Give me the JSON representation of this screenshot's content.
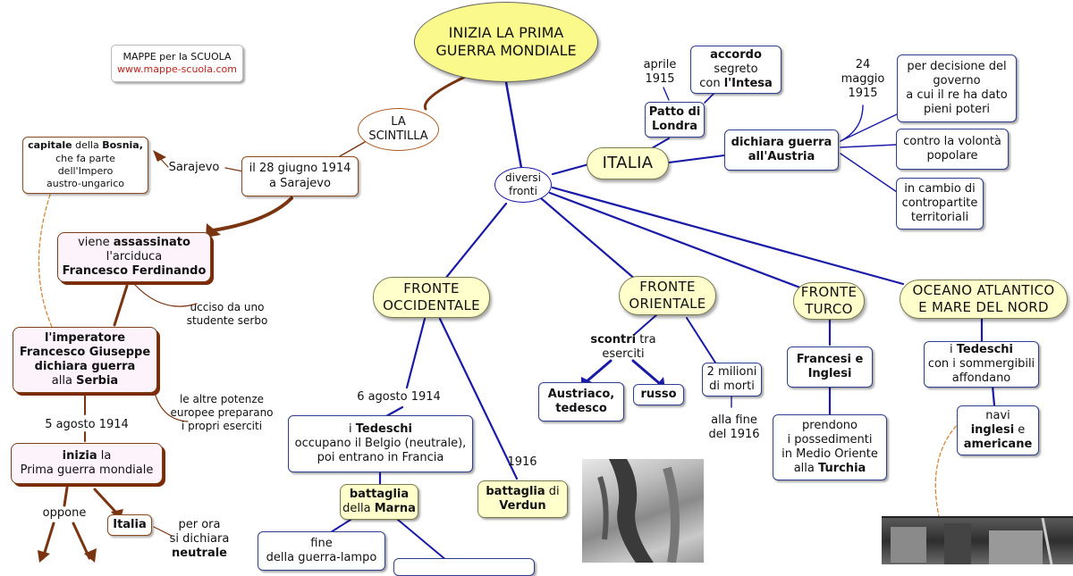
{
  "title": [
    "INIZIA LA PRIMA",
    "GUERRA MONDIALE"
  ],
  "credit": {
    "line1": "MAPPE per la SCUOLA",
    "line2": "www.mappe-scuola.com"
  },
  "scintilla": [
    "LA",
    "SCINTILLA"
  ],
  "date_node": [
    "il 28 giugno 1914",
    "a Sarajevo"
  ],
  "sarajevo_label": "Sarajevo",
  "capital": {
    "p1": "capitale",
    "p2": " della ",
    "p3": "Bosnia,",
    "l2": "che fa parte",
    "l3": "dell'Impero",
    "l4": "austro-ungarico"
  },
  "assassinato": {
    "a1": "viene ",
    "a2": "assassinato",
    "l2": "l'arciduca",
    "l3": "Francesco Ferdinando"
  },
  "ucciso": [
    "ucciso da uno",
    "studente serbo"
  ],
  "imperatore": {
    "l1": "l'imperatore",
    "l2": "Francesco Giuseppe",
    "l3": "dichiara guerra",
    "l4a": "alla ",
    "l4b": "Serbia"
  },
  "altre_potenze": [
    "le altre potenze",
    "europee preparano",
    "i propri eserciti"
  ],
  "agosto5": "5 agosto 1914",
  "inizia": {
    "a1": "inizia",
    "a2": " la",
    "l2": "Prima guerra mondiale"
  },
  "oppone": "oppone",
  "italia_small": "Italia",
  "neutrale": {
    "l1": "per ora",
    "l2": "si dichiara",
    "l3": "neutrale"
  },
  "diversi_fronti": [
    "diversi",
    "fronti"
  ],
  "italia_pill": "ITALIA",
  "aprile": [
    "aprile",
    "1915"
  ],
  "patto": [
    "Patto di",
    "Londra"
  ],
  "accordo": {
    "l1": "accordo",
    "l2": "segreto",
    "l3a": "con ",
    "l3b": "l'Intesa"
  },
  "dichiara_austria": [
    "dichiara guerra",
    "all'Austria"
  ],
  "maggio": [
    "24",
    "maggio",
    "1915"
  ],
  "decisione": [
    "per decisione del",
    "governo",
    "a cui il re ha dato",
    "pieni poteri"
  ],
  "volonta": [
    "contro la volontà",
    "popolare"
  ],
  "cambio": [
    "in cambio di",
    "contropartite",
    "territoriali"
  ],
  "fronte_occ": [
    "FRONTE",
    "OCCIDENTALE"
  ],
  "fronte_or": [
    "FRONTE",
    "ORIENTALE"
  ],
  "fronte_turco": [
    "FRONTE",
    "TURCO"
  ],
  "oceano": [
    "OCEANO ATLANTICO",
    "E MARE DEL NORD"
  ],
  "agosto6": "6 agosto 1914",
  "tedeschi_occ": {
    "a1": "i ",
    "a2": "Tedeschi",
    "l2": "occupano il Belgio (neutrale),",
    "l3": "poi entrano in Francia"
  },
  "marna": {
    "l1": "battaglia",
    "l2a": "della ",
    "l2b": "Marna"
  },
  "year1916": "1916",
  "verdun": {
    "l1a": "battaglia",
    "l1b": " di",
    "l2": "Verdun"
  },
  "fine_guerra": [
    "fine",
    "della guerra-lampo"
  ],
  "scontri": {
    "a1": "scontri",
    "a2": " tra",
    "l2": "eserciti"
  },
  "austriaco": [
    "Austriaco,",
    "tedesco"
  ],
  "russo": "russo",
  "milioni": [
    "2 milioni",
    "di morti"
  ],
  "fine1916": [
    "alla fine",
    "del 1916"
  ],
  "francesi": [
    "Francesi e",
    "Inglesi"
  ],
  "prendono": {
    "l1": "prendono",
    "l2": "i possedimenti",
    "l3": "in Medio Oriente",
    "l4a": "alla ",
    "l4b": "Turchia"
  },
  "tedeschi_mare": {
    "a1": "i ",
    "a2": "Tedeschi",
    "l2": "con i sommergibili",
    "l3": "affondano"
  },
  "navi": {
    "l1": "navi",
    "l2a": "inglesi",
    "l2b": " e",
    "l3": "americane"
  },
  "colors": {
    "blue_link": "#1a1aa8",
    "brown_link": "#7a3410",
    "dashed": "#d4883a",
    "pill_fill": "#ffffcc",
    "title_fill": "#fafa8c"
  }
}
